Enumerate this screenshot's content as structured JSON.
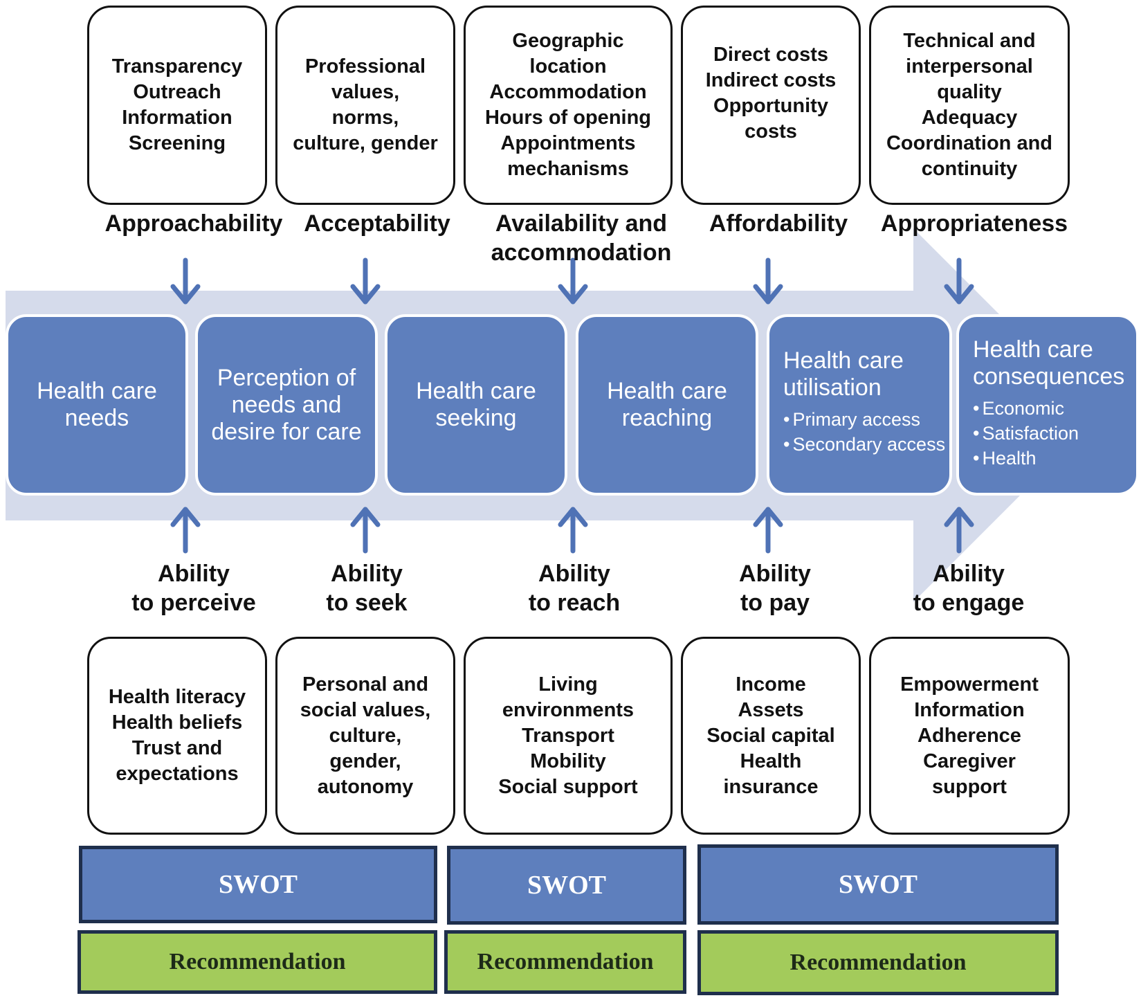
{
  "colors": {
    "band": "#d5dbeb",
    "stage_fill": "#5e7fbd",
    "arrow": "#4f72b5",
    "swot_fill": "#5e7fbd",
    "recommendation_fill": "#a3cb5b",
    "box_border": "#111111"
  },
  "supply_side": [
    {
      "dimension": [
        "Approachability"
      ],
      "factors": [
        "Transparency",
        "Outreach",
        "Information",
        "Screening"
      ]
    },
    {
      "dimension": [
        "Acceptability"
      ],
      "factors": [
        "Professional",
        "values,",
        "norms,",
        "culture, gender"
      ]
    },
    {
      "dimension": [
        "Availability and",
        "accommodation"
      ],
      "factors": [
        "Geographic",
        "location",
        "Accommodation",
        "Hours of opening",
        "Appointments",
        "mechanisms"
      ]
    },
    {
      "dimension": [
        "Affordability"
      ],
      "factors": [
        "Direct costs",
        "Indirect costs",
        "Opportunity",
        "costs"
      ]
    },
    {
      "dimension": [
        "Appropriateness"
      ],
      "factors": [
        "Technical and",
        "interpersonal",
        "quality",
        "Adequacy",
        "Coordination and",
        "continuity"
      ]
    }
  ],
  "stages": [
    {
      "title": [
        "Health care",
        "needs"
      ],
      "bullets": []
    },
    {
      "title": [
        "Perception of",
        "needs and",
        "desire for care"
      ],
      "bullets": []
    },
    {
      "title": [
        "Health care",
        "seeking"
      ],
      "bullets": []
    },
    {
      "title": [
        "Health care",
        "reaching"
      ],
      "bullets": []
    },
    {
      "title": [
        "Health care",
        "utilisation"
      ],
      "bullets": [
        "Primary access",
        "Secondary access"
      ]
    },
    {
      "title": [
        "Health care",
        "consequences"
      ],
      "bullets": [
        "Economic",
        "Satisfaction",
        "Health"
      ]
    }
  ],
  "demand_side": [
    {
      "ability": [
        "Ability",
        "to perceive"
      ],
      "factors": [
        "Health literacy",
        "Health beliefs",
        "Trust and",
        "expectations"
      ]
    },
    {
      "ability": [
        "Ability",
        "to seek"
      ],
      "factors": [
        "Personal and",
        "social values,",
        "culture,",
        "gender,",
        "autonomy"
      ]
    },
    {
      "ability": [
        "Ability",
        "to reach"
      ],
      "factors": [
        "Living",
        "environments",
        "Transport",
        "Mobility",
        "Social support"
      ]
    },
    {
      "ability": [
        "Ability",
        "to pay"
      ],
      "factors": [
        "Income",
        "Assets",
        "Social capital",
        "Health",
        "insurance"
      ]
    },
    {
      "ability": [
        "Ability",
        "to engage"
      ],
      "factors": [
        "Empowerment",
        "Information",
        "Adherence",
        "Caregiver",
        "support"
      ]
    }
  ],
  "analysis": [
    {
      "swot": "SWOT",
      "recommendation": "Recommendation"
    },
    {
      "swot": "SWOT",
      "recommendation": "Recommendation"
    },
    {
      "swot": "SWOT",
      "recommendation": "Recommendation"
    }
  ]
}
